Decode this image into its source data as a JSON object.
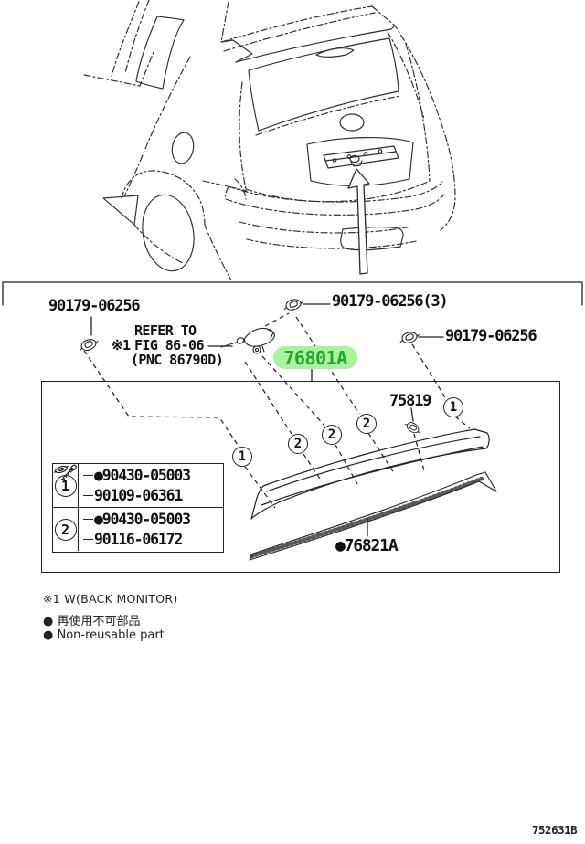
{
  "colors": {
    "highlight_bg": "#a8f2a0",
    "highlight_text": "#23a52e",
    "line": "#222222"
  },
  "labels": {
    "fastener_top_left": "90179-06256",
    "fastener_top_middle": "90179-06256(3)",
    "fastener_right": "90179-06256",
    "refer_marker": "※1",
    "refer_line1": "REFER TO",
    "refer_line2": "FIG 86-06",
    "refer_line3": "(PNC 86790D)",
    "highlighted_part": "76801A",
    "clip_part": "75819",
    "protector_part": "●76821A"
  },
  "diagram": {
    "callouts": [
      "1",
      "2",
      "2",
      "2",
      "1"
    ]
  },
  "table": {
    "rows": [
      {
        "index": "1",
        "lines": [
          {
            "part": "●90430-05003"
          },
          {
            "part": "90109-06361"
          }
        ]
      },
      {
        "index": "2",
        "lines": [
          {
            "part": "●90430-05003"
          },
          {
            "part": "90116-06172"
          }
        ]
      }
    ]
  },
  "notes": {
    "monitor": "※1 W(BACK MONITOR)",
    "reuse_jp": "● 再使用不可部品",
    "reuse_en": "● Non-reusable part"
  },
  "footer": {
    "code": "752631B"
  }
}
